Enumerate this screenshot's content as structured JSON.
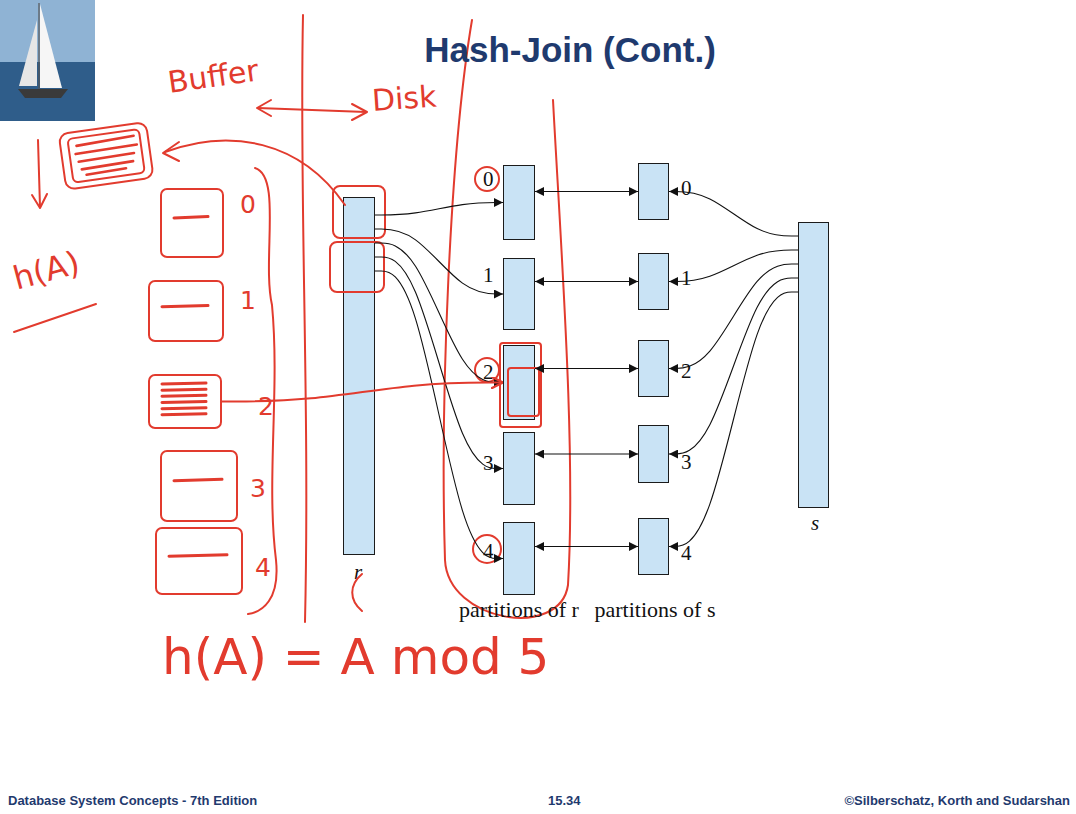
{
  "diagram": {
    "title": "Hash-Join (Cont.)",
    "nodes": [
      {
        "text": [
          "0"
        ]
      },
      {
        "text": [
          "1"
        ]
      },
      {
        "text": [
          "2"
        ]
      },
      {
        "text": [
          "3"
        ]
      },
      {
        "text": [
          "4"
        ]
      },
      {
        "text": [
          "r"
        ]
      },
      {
        "text": [
          "0"
        ]
      },
      {
        "text": [
          "1"
        ]
      },
      {
        "text": [
          "2"
        ]
      },
      {
        "text": [
          "3"
        ]
      },
      {
        "text": [
          "4"
        ]
      },
      {
        "text": [
          "0"
        ]
      },
      {
        "text": [
          "1"
        ]
      },
      {
        "text": [
          "2"
        ]
      },
      {
        "text": [
          "3"
        ]
      },
      {
        "text": [
          "4"
        ]
      },
      {
        "text": [
          "s"
        ]
      }
    ],
    "edges": [
      {
        "from": 5,
        "to": 6,
        "arrow": "to"
      },
      {
        "from": 5,
        "to": 7,
        "arrow": "to"
      },
      {
        "from": 5,
        "to": 8,
        "arrow": "to"
      },
      {
        "from": 5,
        "to": 9,
        "arrow": "to"
      },
      {
        "from": 5,
        "to": 10,
        "arrow": "to"
      },
      {
        "from": 6,
        "to": 11,
        "arrow": "both"
      },
      {
        "from": 7,
        "to": 12,
        "arrow": "both"
      },
      {
        "from": 8,
        "to": 13,
        "arrow": "both"
      },
      {
        "from": 9,
        "to": 14,
        "arrow": "both"
      },
      {
        "from": 10,
        "to": 15,
        "arrow": "both"
      },
      {
        "from": 16,
        "to": 11,
        "arrow": "to"
      },
      {
        "from": 16,
        "to": 12,
        "arrow": "to"
      },
      {
        "from": 16,
        "to": 13,
        "arrow": "to"
      },
      {
        "from": 16,
        "to": 14,
        "arrow": "to"
      },
      {
        "from": 16,
        "to": 15,
        "arrow": "to"
      },
      {
        "from": 2,
        "to": 8,
        "arrow": "to"
      }
    ],
    "labels": [
      "Buffer",
      "Disk",
      "h(A)",
      "h(A) = A mod 5",
      "partitions of r",
      "partitions of s",
      "Database System Concepts - 7th Edition",
      "15.34",
      "©Silberschatz, Korth and Sudarshan"
    ]
  }
}
